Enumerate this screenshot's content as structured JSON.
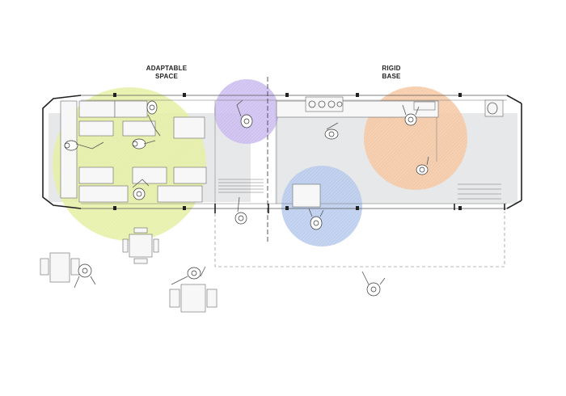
{
  "labels": {
    "adaptable_line1": "ADAPTABLE",
    "adaptable_line2": "SPACE",
    "rigid_line1": "RIGID",
    "rigid_line2": "BASE"
  },
  "colors": {
    "zone_green": "#e4ef9f",
    "zone_purple": "#c9b8ef",
    "zone_blue": "#b4c8ec",
    "zone_orange": "#f6c59f",
    "floor_gray": "#e6e8e9",
    "line": "#555555"
  },
  "icons": [
    "person-icon",
    "table-icon",
    "chair-icon",
    "stove-icon",
    "sink-icon"
  ]
}
